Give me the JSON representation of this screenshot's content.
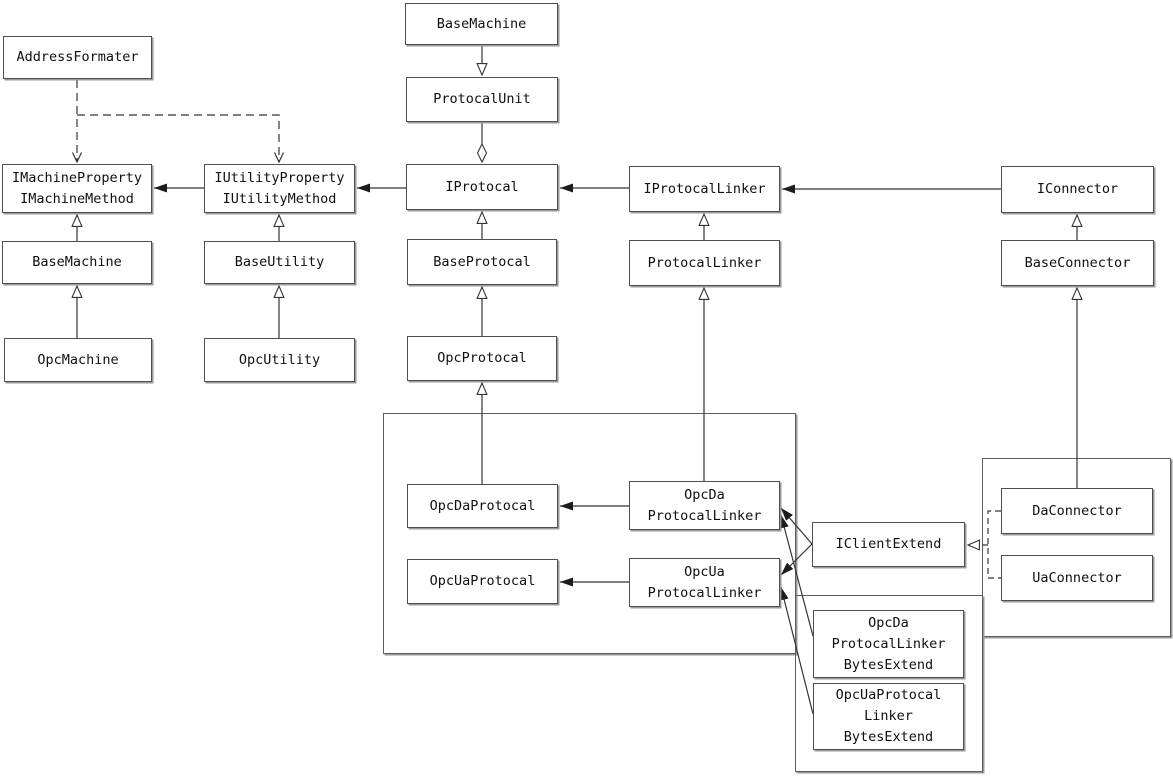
{
  "diagram": {
    "background_color": "#ffffff",
    "line_color": "#353535",
    "box_border_color": "#4f4f4f",
    "box_fill_color": "#ffffff",
    "text_color": "#101010",
    "nodes": {
      "address_formater": {
        "label": "AddressFormater"
      },
      "i_machine_property": {
        "label": "IMachineProperty\nIMachineMethod"
      },
      "i_utility_property": {
        "label": "IUtilityProperty\nIUtilityMethod"
      },
      "base_machine_left": {
        "label": "BaseMachine"
      },
      "base_utility": {
        "label": "BaseUtility"
      },
      "opc_machine": {
        "label": "OpcMachine"
      },
      "opc_utility": {
        "label": "OpcUtility"
      },
      "base_machine_top": {
        "label": "BaseMachine"
      },
      "protocal_unit": {
        "label": "ProtocalUnit"
      },
      "i_protocal": {
        "label": "IProtocal"
      },
      "base_protocal": {
        "label": "BaseProtocal"
      },
      "opc_protocal": {
        "label": "OpcProtocal"
      },
      "i_protocal_linker": {
        "label": "IProtocalLinker"
      },
      "protocal_linker": {
        "label": "ProtocalLinker"
      },
      "i_connector": {
        "label": "IConnector"
      },
      "base_connector": {
        "label": "BaseConnector"
      },
      "opc_da_protocal": {
        "label": "OpcDaProtocal"
      },
      "opc_da_protocal_linker": {
        "label": "OpcDa\nProtocalLinker"
      },
      "opc_ua_protocal": {
        "label": "OpcUaProtocal"
      },
      "opc_ua_protocal_linker": {
        "label": "OpcUa\nProtocalLinker"
      },
      "i_client_extend": {
        "label": "IClientExtend"
      },
      "da_connector": {
        "label": "DaConnector"
      },
      "ua_connector": {
        "label": "UaConnector"
      },
      "opc_da_protocal_linker_bytes_extend": {
        "label": "OpcDa\nProtocalLinker\nBytesExtend"
      },
      "opc_ua_protocal_linker_bytes_extend": {
        "label": "OpcUaProtocal\nLinker\nBytesExtend"
      }
    },
    "relationships": [
      {
        "from": "BaseMachine (top)",
        "to": "ProtocalUnit",
        "type": "generalization",
        "style": "solid"
      },
      {
        "from": "ProtocalUnit",
        "to": "IProtocal",
        "type": "aggregation",
        "style": "solid"
      },
      {
        "from": "IProtocal",
        "to": "IUtilityProperty/IUtilityMethod",
        "type": "association",
        "style": "solid"
      },
      {
        "from": "IUtilityProperty/IUtilityMethod",
        "to": "IMachineProperty/IMachineMethod",
        "type": "association",
        "style": "solid"
      },
      {
        "from": "IProtocalLinker",
        "to": "IProtocal",
        "type": "association",
        "style": "solid"
      },
      {
        "from": "IConnector",
        "to": "IProtocalLinker",
        "type": "association",
        "style": "solid"
      },
      {
        "from": "AddressFormater",
        "to": "IMachineProperty/IMachineMethod",
        "type": "dependency",
        "style": "dashed"
      },
      {
        "from": "AddressFormater",
        "to": "IUtilityProperty/IUtilityMethod",
        "type": "dependency",
        "style": "dashed"
      },
      {
        "from": "BaseMachine (left)",
        "to": "IMachineProperty/IMachineMethod",
        "type": "generalization",
        "style": "solid"
      },
      {
        "from": "OpcMachine",
        "to": "BaseMachine (left)",
        "type": "generalization",
        "style": "solid"
      },
      {
        "from": "BaseUtility",
        "to": "IUtilityProperty/IUtilityMethod",
        "type": "generalization",
        "style": "solid"
      },
      {
        "from": "OpcUtility",
        "to": "BaseUtility",
        "type": "generalization",
        "style": "solid"
      },
      {
        "from": "BaseProtocal",
        "to": "IProtocal",
        "type": "generalization",
        "style": "solid"
      },
      {
        "from": "OpcProtocal",
        "to": "BaseProtocal",
        "type": "generalization",
        "style": "solid"
      },
      {
        "from": "OpcDaProtocal",
        "to": "OpcProtocal",
        "type": "generalization",
        "style": "solid"
      },
      {
        "from": "ProtocalLinker",
        "to": "IProtocalLinker",
        "type": "generalization",
        "style": "solid"
      },
      {
        "from": "OpcDaProtocalLinker",
        "to": "ProtocalLinker",
        "type": "generalization",
        "style": "solid"
      },
      {
        "from": "OpcDaProtocalLinker",
        "to": "OpcDaProtocal",
        "type": "association",
        "style": "solid"
      },
      {
        "from": "OpcUaProtocalLinker",
        "to": "OpcUaProtocal",
        "type": "association",
        "style": "solid"
      },
      {
        "from": "BaseConnector",
        "to": "IConnector",
        "type": "generalization",
        "style": "solid"
      },
      {
        "from": "DaConnector",
        "to": "BaseConnector",
        "type": "generalization",
        "style": "solid"
      },
      {
        "from": "IClientExtend",
        "to": "OpcDaProtocalLinker",
        "type": "association",
        "style": "solid"
      },
      {
        "from": "IClientExtend",
        "to": "OpcUaProtocalLinker",
        "type": "association",
        "style": "solid"
      },
      {
        "from": "OpcDaProtocalLinkerBytesExtend",
        "to": "OpcDaProtocalLinker",
        "type": "association",
        "style": "solid"
      },
      {
        "from": "OpcUaProtocalLinkerBytesExtend",
        "to": "OpcUaProtocalLinker",
        "type": "association",
        "style": "solid"
      },
      {
        "from": "DaConnector",
        "to": "IClientExtend",
        "type": "realization",
        "style": "dashed"
      },
      {
        "from": "UaConnector",
        "to": "IClientExtend",
        "type": "realization",
        "style": "dashed"
      }
    ]
  }
}
